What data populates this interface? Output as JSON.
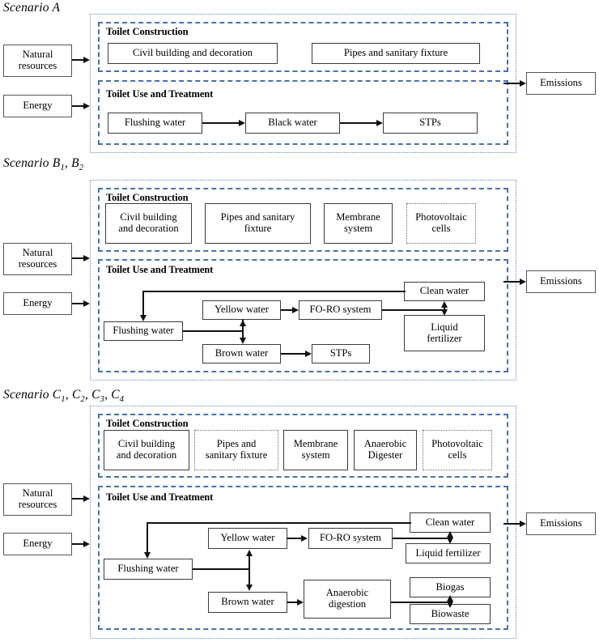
{
  "figure": {
    "kind": "process-flow-diagram",
    "title": "Toilet system life-cycle scenarios",
    "colors": {
      "outer_border": "#6f88bb",
      "group_border": "#4a6fae",
      "node_border": "#3b3b3b",
      "connector": "#111111",
      "background": "#ffffff"
    }
  },
  "shared": {
    "inputs": [
      {
        "id": "natural-resources",
        "label": "Natural\nresources"
      },
      {
        "id": "energy",
        "label": "Energy"
      }
    ],
    "output": {
      "id": "emissions",
      "label": "Emissions"
    },
    "group_titles": {
      "construction": "Toilet Construction",
      "use": "Toilet Use and Treatment"
    }
  },
  "scenarios": [
    {
      "id": "scenario-a",
      "label_prefix": "Scenario ",
      "label_main": "A",
      "label_subs": [],
      "construction_nodes": [
        {
          "label": "Civil building and decoration",
          "border": "solid"
        },
        {
          "label": "Pipes and sanitary fixture",
          "border": "solid"
        }
      ],
      "use_nodes": [
        {
          "label": "Flushing water",
          "border": "solid"
        },
        {
          "label": "Black water",
          "border": "solid"
        },
        {
          "label": "STPs",
          "border": "solid"
        }
      ]
    },
    {
      "id": "scenario-b",
      "label_prefix": "Scenario ",
      "label_main": "B",
      "label_subs": [
        "1",
        "2"
      ],
      "construction_nodes": [
        {
          "label": "Civil building\nand decoration",
          "border": "solid"
        },
        {
          "label": "Pipes and sanitary\nfixture",
          "border": "solid"
        },
        {
          "label": "Membrane\nsystem",
          "border": "solid"
        },
        {
          "label": "Photovoltaic\ncells",
          "border": "dotted"
        }
      ],
      "use_nodes": [
        {
          "label": "Flushing water",
          "border": "solid"
        },
        {
          "label": "Yellow water",
          "border": "solid"
        },
        {
          "label": "Brown water",
          "border": "solid"
        },
        {
          "label": "FO-RO system",
          "border": "solid"
        },
        {
          "label": "STPs",
          "border": "solid"
        },
        {
          "label": "Clean water",
          "border": "solid"
        },
        {
          "label": "Liquid\nfertilizer",
          "border": "solid"
        }
      ]
    },
    {
      "id": "scenario-c",
      "label_prefix": "Scenario ",
      "label_main": "C",
      "label_subs": [
        "1",
        "2",
        "3",
        "4"
      ],
      "construction_nodes": [
        {
          "label": "Civil building\nand decoration",
          "border": "solid"
        },
        {
          "label": "Pipes and\nsanitary fixture",
          "border": "dotted"
        },
        {
          "label": "Membrane\nsystem",
          "border": "solid"
        },
        {
          "label": "Anaerobic\nDigester",
          "border": "solid"
        },
        {
          "label": "Photovoltaic\ncells",
          "border": "dotted"
        }
      ],
      "use_nodes": [
        {
          "label": "Flushing water",
          "border": "solid"
        },
        {
          "label": "Yellow water",
          "border": "solid"
        },
        {
          "label": "Brown water",
          "border": "solid"
        },
        {
          "label": "FO-RO system",
          "border": "solid"
        },
        {
          "label": "Anaerobic\ndigestion",
          "border": "solid"
        },
        {
          "label": "Clean water",
          "border": "solid"
        },
        {
          "label": "Liquid fertilizer",
          "border": "solid"
        },
        {
          "label": "Biogas",
          "border": "solid"
        },
        {
          "label": "Biowaste",
          "border": "solid"
        }
      ]
    }
  ],
  "a": {
    "label_prefix": "Scenario ",
    "label_main": "A",
    "inputs": {
      "natural": "Natural\nresources",
      "energy": "Energy"
    },
    "emissions": "Emissions",
    "construction_title": "Toilet Construction",
    "use_title": "Toilet Use and Treatment",
    "n_civil": "Civil building and decoration",
    "n_pipes": "Pipes and sanitary fixture",
    "n_flush": "Flushing water",
    "n_black": "Black water",
    "n_stps": "STPs"
  },
  "b": {
    "label_prefix": "Scenario ",
    "label_main": "B",
    "sub1": "1",
    "sub2": "2",
    "comma": ",",
    "inputs": {
      "natural": "Natural\nresources",
      "energy": "Energy"
    },
    "emissions": "Emissions",
    "construction_title": "Toilet Construction",
    "use_title": "Toilet Use and Treatment",
    "n_civil": "Civil building\nand decoration",
    "n_pipes": "Pipes and sanitary\nfixture",
    "n_membrane": "Membrane\nsystem",
    "n_pv": "Photovoltaic\ncells",
    "n_flush": "Flushing water",
    "n_yellow": "Yellow water",
    "n_brown": "Brown water",
    "n_foro": "FO-RO system",
    "n_stps": "STPs",
    "n_clean": "Clean water",
    "n_fert": "Liquid\nfertilizer"
  },
  "c": {
    "label_prefix": "Scenario ",
    "label_main": "C",
    "sub1": "1",
    "sub2": "2",
    "sub3": "3",
    "sub4": "4",
    "comma": ",",
    "inputs": {
      "natural": "Natural\nresources",
      "energy": "Energy"
    },
    "emissions": "Emissions",
    "construction_title": "Toilet Construction",
    "use_title": "Toilet Use and Treatment",
    "n_civil": "Civil building\nand decoration",
    "n_pipes": "Pipes and\nsanitary fixture",
    "n_membrane": "Membrane\nsystem",
    "n_digester": "Anaerobic\nDigester",
    "n_pv": "Photovoltaic\ncells",
    "n_flush": "Flushing water",
    "n_yellow": "Yellow water",
    "n_brown": "Brown water",
    "n_foro": "FO-RO system",
    "n_anaerobic": "Anaerobic\ndigestion",
    "n_clean": "Clean water",
    "n_fert": "Liquid fertilizer",
    "n_biogas": "Biogas",
    "n_biowaste": "Biowaste"
  }
}
